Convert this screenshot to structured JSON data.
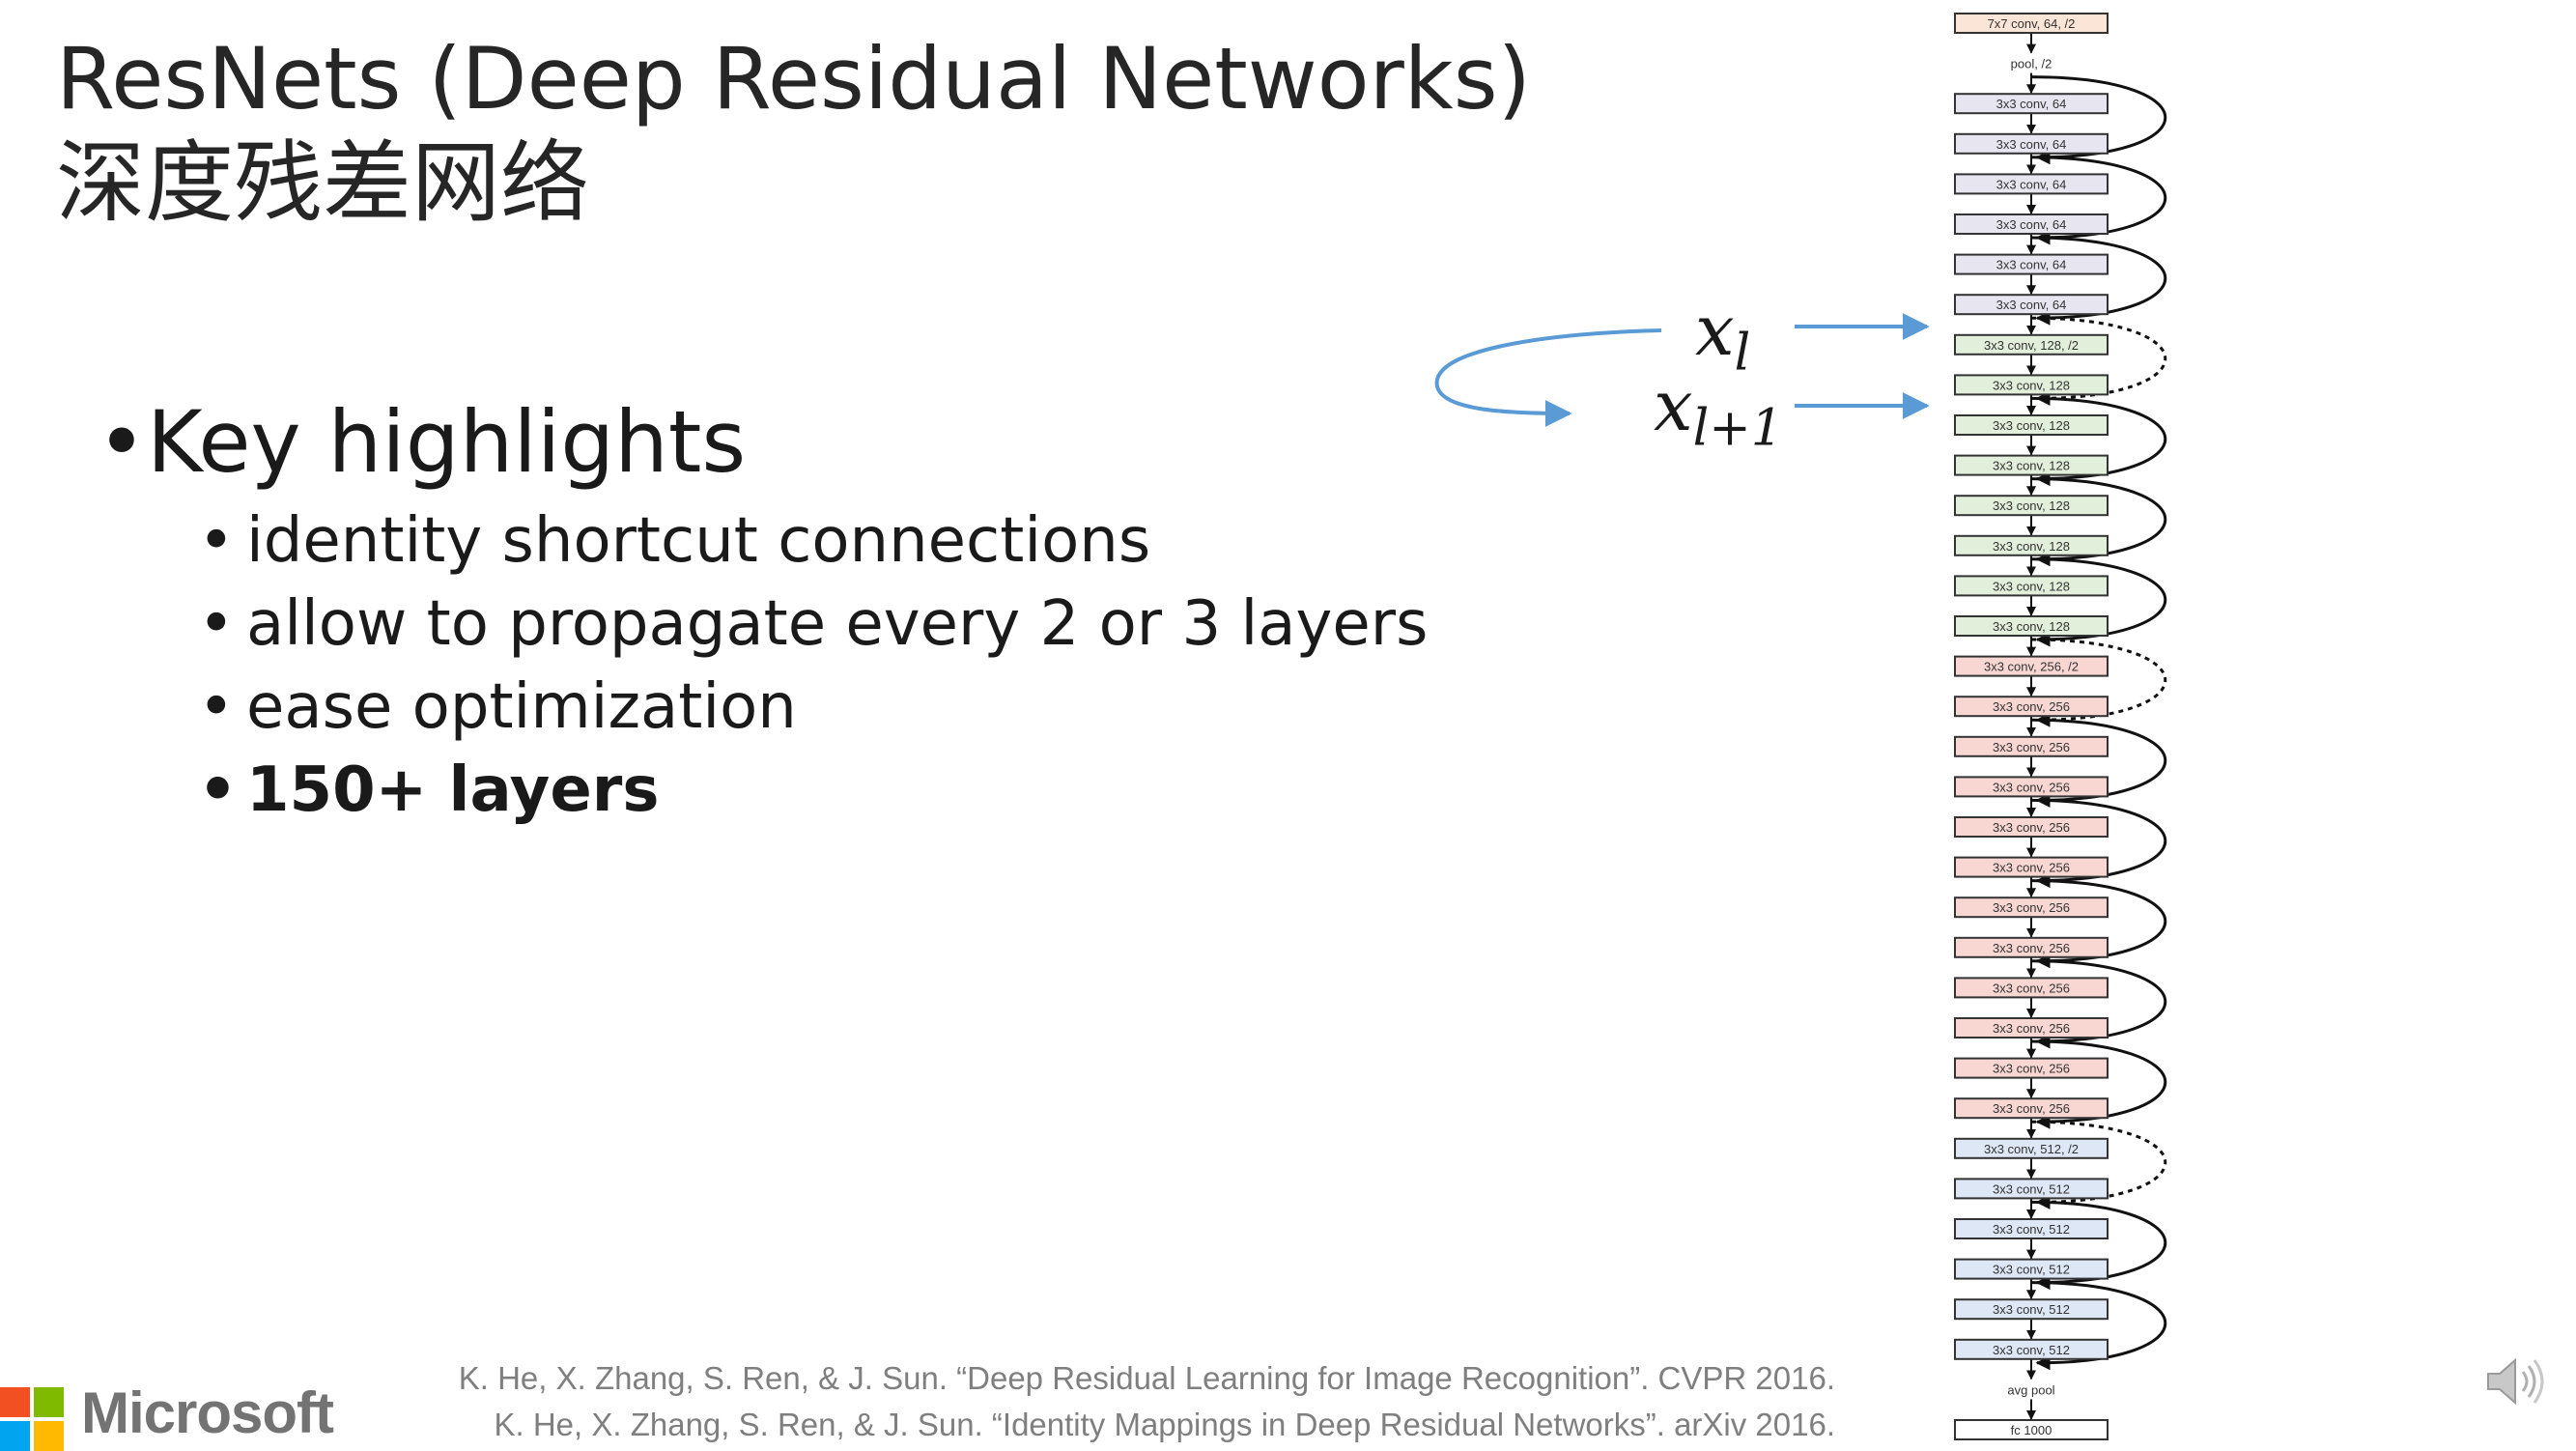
{
  "slide": {
    "title": "ResNets (Deep Residual Networks)",
    "subtitle": "深度残差网络",
    "key_highlights_label": "Key highlights",
    "bullets": [
      "identity shortcut connections",
      "allow to propagate every 2 or 3 layers",
      "ease optimization",
      "150+ layers"
    ],
    "citations": [
      "K. He, X. Zhang, S. Ren, & J. Sun. “Deep Residual Learning for Image Recognition”. CVPR 2016.",
      "K. He, X. Zhang, S. Ren, & J. Sun. “Identity Mappings in Deep Residual Networks”. arXiv 2016."
    ],
    "brand": "Microsoft",
    "math": {
      "x_l_base": "x",
      "x_l_sub": "l",
      "x_l1_base": "x",
      "x_l1_sub": "l+1"
    }
  },
  "icons": {
    "speaker": "speaker-icon",
    "logo": "microsoft-logo"
  },
  "colors": {
    "logo_red": "#f25022",
    "logo_green": "#7fba00",
    "logo_blue": "#00a4ef",
    "logo_yellow": "#ffb900",
    "arrow_blue": "#5b9bd5",
    "layer_yellow": "#fbe5d6",
    "layer_gray": "#e7e6f0",
    "layer_green": "#e2efda",
    "layer_pink": "#f8d7d3",
    "layer_blue": "#dde7f5"
  },
  "network": {
    "layers": [
      {
        "label": "7x7 conv, 64, /2",
        "color": "layer_yellow"
      },
      {
        "label": "pool, /2",
        "color": "none"
      },
      {
        "label": "3x3 conv, 64",
        "color": "layer_gray"
      },
      {
        "label": "3x3 conv, 64",
        "color": "layer_gray"
      },
      {
        "label": "3x3 conv, 64",
        "color": "layer_gray"
      },
      {
        "label": "3x3 conv, 64",
        "color": "layer_gray"
      },
      {
        "label": "3x3 conv, 64",
        "color": "layer_gray"
      },
      {
        "label": "3x3 conv, 64",
        "color": "layer_gray"
      },
      {
        "label": "3x3 conv, 128, /2",
        "color": "layer_green"
      },
      {
        "label": "3x3 conv, 128",
        "color": "layer_green"
      },
      {
        "label": "3x3 conv, 128",
        "color": "layer_green"
      },
      {
        "label": "3x3 conv, 128",
        "color": "layer_green"
      },
      {
        "label": "3x3 conv, 128",
        "color": "layer_green"
      },
      {
        "label": "3x3 conv, 128",
        "color": "layer_green"
      },
      {
        "label": "3x3 conv, 128",
        "color": "layer_green"
      },
      {
        "label": "3x3 conv, 128",
        "color": "layer_green"
      },
      {
        "label": "3x3 conv, 256, /2",
        "color": "layer_pink"
      },
      {
        "label": "3x3 conv, 256",
        "color": "layer_pink"
      },
      {
        "label": "3x3 conv, 256",
        "color": "layer_pink"
      },
      {
        "label": "3x3 conv, 256",
        "color": "layer_pink"
      },
      {
        "label": "3x3 conv, 256",
        "color": "layer_pink"
      },
      {
        "label": "3x3 conv, 256",
        "color": "layer_pink"
      },
      {
        "label": "3x3 conv, 256",
        "color": "layer_pink"
      },
      {
        "label": "3x3 conv, 256",
        "color": "layer_pink"
      },
      {
        "label": "3x3 conv, 256",
        "color": "layer_pink"
      },
      {
        "label": "3x3 conv, 256",
        "color": "layer_pink"
      },
      {
        "label": "3x3 conv, 256",
        "color": "layer_pink"
      },
      {
        "label": "3x3 conv, 256",
        "color": "layer_pink"
      },
      {
        "label": "3x3 conv, 512, /2",
        "color": "layer_blue"
      },
      {
        "label": "3x3 conv, 512",
        "color": "layer_blue"
      },
      {
        "label": "3x3 conv, 512",
        "color": "layer_blue"
      },
      {
        "label": "3x3 conv, 512",
        "color": "layer_blue"
      },
      {
        "label": "3x3 conv, 512",
        "color": "layer_blue"
      },
      {
        "label": "3x3 conv, 512",
        "color": "layer_blue"
      },
      {
        "label": "avg pool",
        "color": "none"
      },
      {
        "label": "fc 1000",
        "color": "white"
      }
    ],
    "dashed_shortcuts_after": [
      7,
      15,
      27
    ]
  }
}
